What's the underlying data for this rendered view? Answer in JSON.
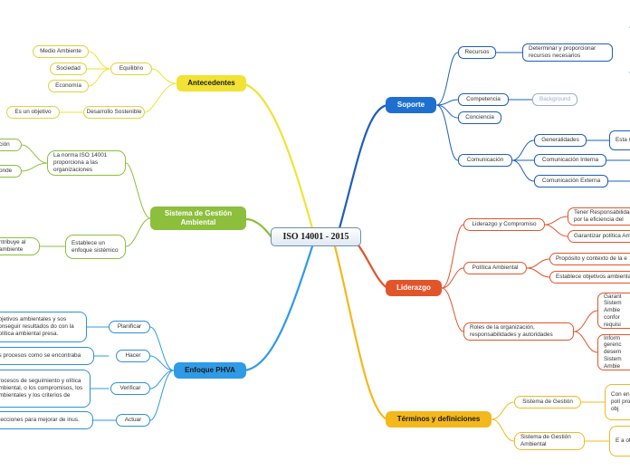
{
  "root": "ISO 14001 - 2015",
  "antecedentes": {
    "title": "Antecedentes",
    "equilibrio": "Equilibrio",
    "medio_ambiente": "Medio Ambiente",
    "sociedad": "Sociedad",
    "economia": "Economía",
    "desarrollo": "Desarrollo Sostenible",
    "objetivo": "Es un objetivo"
  },
  "sga": {
    "title": "Sistema de Gestión Ambiental",
    "norma": "La norma ISO 14001 proporciona a las organizaciones",
    "frag1": "ción",
    "frag2": "onde",
    "establece": "Establece un enfoque sistémico",
    "contribuye": "ntribuye al ambiente"
  },
  "phva": {
    "title": "Enfoque PHVA",
    "planificar": "Planificar",
    "planificar_text": "objetivos ambientales y sos conseguir resultados do con la política ambiental presa.",
    "hacer": "Hacer",
    "hacer_text": "os procesos como se encontraba",
    "verificar": "Verificar",
    "verificar_text": "procesos de seguimiento y olítica ambiental, o los compromisos, los ambientales y los criterios de",
    "actuar": "Actuar",
    "actuar_text": "etecciones para mejorar de inus."
  },
  "soporte": {
    "title": "Soporte",
    "recursos": "Recursos",
    "determinar": "Determinar y proporcionar recursos necesarios",
    "competencia": "Competencia",
    "background": "Background",
    "conciencia": "Conciencia",
    "comunicacion": "Comunicación",
    "generalidades": "Generalidades",
    "esta": "Esta ma",
    "interna": "Comunicación Interna",
    "externa": "Comunicación Externa"
  },
  "liderazgo": {
    "title": "Liderazgo",
    "compromiso": "Liderazgo y Compromiso",
    "responsabilidad": "Tener Responsabilidad por la eficiencia del",
    "garantizar_politica": "Garantizar política Am",
    "politica": "Política Ambiental",
    "proposito": "Propósito y contexto de la e",
    "objetivos": "Establece objetivos ambienta",
    "roles": "Roles de la organización, responsabilidades y autoridades",
    "garant": "Garant Sistem Ambie confor requisi",
    "inform": "Inform gerenc desem Sistem Ambie"
  },
  "terminos": {
    "title": "Términos y definiciones",
    "sg": "Sistema de Gestión",
    "sg_text": "Con en u polí proc obj",
    "sga": "Sistema de Gestión Ambiental",
    "sga_text": "E a ot op"
  },
  "colors": {
    "yellow": "#f2e233",
    "green": "#8cbf3c",
    "blue": "#2f9be6",
    "navy": "#1f5fb8",
    "red": "#e2552b",
    "orange": "#f4b81c"
  }
}
